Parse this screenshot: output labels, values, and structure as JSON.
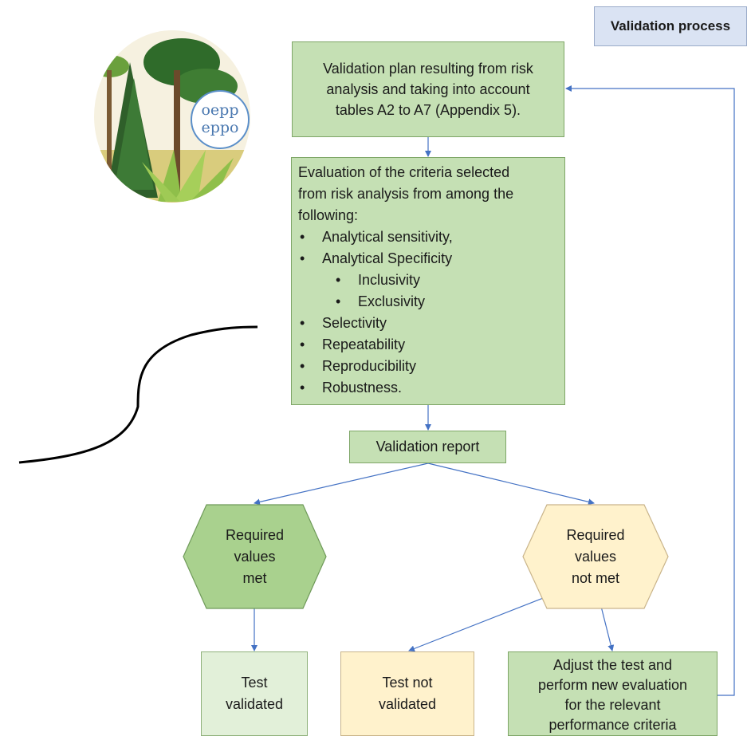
{
  "title_tag": "Validation process",
  "logo": {
    "text_line1": "oepp",
    "text_line2": "eppo"
  },
  "plan_box": {
    "line1": "Validation plan resulting from risk",
    "line2": "analysis and taking into account",
    "line3": "tables A2 to A7 (Appendix 5)."
  },
  "criteria_box": {
    "intro_line1": "Evaluation of the criteria selected",
    "intro_line2": "from risk analysis from among the",
    "intro_line3": "following:",
    "items": [
      "Analytical sensitivity,",
      "Analytical Specificity",
      "Inclusivity",
      "Exclusivity",
      "Selectivity",
      "Repeatability",
      "Reproducibility",
      "Robustness."
    ]
  },
  "report_box": "Validation report",
  "met_hex": {
    "line1": "Required",
    "line2": "values",
    "line3": "met"
  },
  "not_met_hex": {
    "line1": "Required",
    "line2": "values",
    "line3": "not met"
  },
  "test_validated": {
    "line1": "Test",
    "line2": "validated"
  },
  "test_not_validated": {
    "line1": "Test not",
    "line2": "validated"
  },
  "adjust_box": {
    "line1": "Adjust the test and",
    "line2": "perform new evaluation",
    "line3": "for the relevant",
    "line4": "performance criteria"
  },
  "colors": {
    "green_fill": "#c5e0b4",
    "light_green_fill": "#e2f0d9",
    "yellow_fill": "#fff2cc",
    "blue_tag_fill": "#dae3f3",
    "arrow": "#4472c4"
  }
}
